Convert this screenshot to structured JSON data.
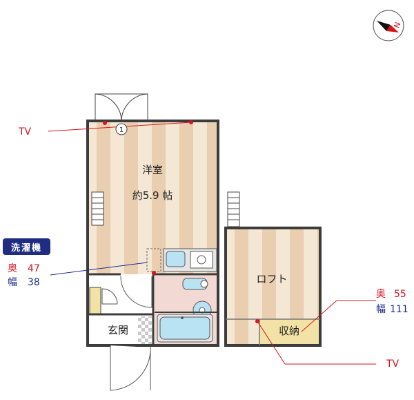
{
  "compass": {
    "letter": "N"
  },
  "rooms": {
    "western": {
      "name": "洋室",
      "size": "約5.9 帖"
    },
    "loft": {
      "name": "ロフト"
    },
    "storage": {
      "name": "収納"
    },
    "entrance": {
      "name": "玄関"
    }
  },
  "outlets": {
    "tv_main": {
      "label": "TV",
      "number": "1"
    },
    "tv_loft": {
      "label": "TV"
    }
  },
  "washer": {
    "title": "洗濯機",
    "depth_label": "奥",
    "depth_value": "47",
    "width_label": "幅",
    "width_value": "38"
  },
  "storage_dims": {
    "depth_label": "奥",
    "depth_value": "55",
    "width_label": "幅",
    "width_value": "111"
  },
  "colors": {
    "stripe_light": "#f4e7d3",
    "stripe_dark": "#e9ceb0",
    "wall": "#3c3c3c",
    "label_red": "#d8141c",
    "label_blue": "#1d2a8a",
    "storage_fill": "#f3e2a6",
    "bath_fill": "#f2d9d3",
    "fixture_fill": "#b9e3f2"
  }
}
